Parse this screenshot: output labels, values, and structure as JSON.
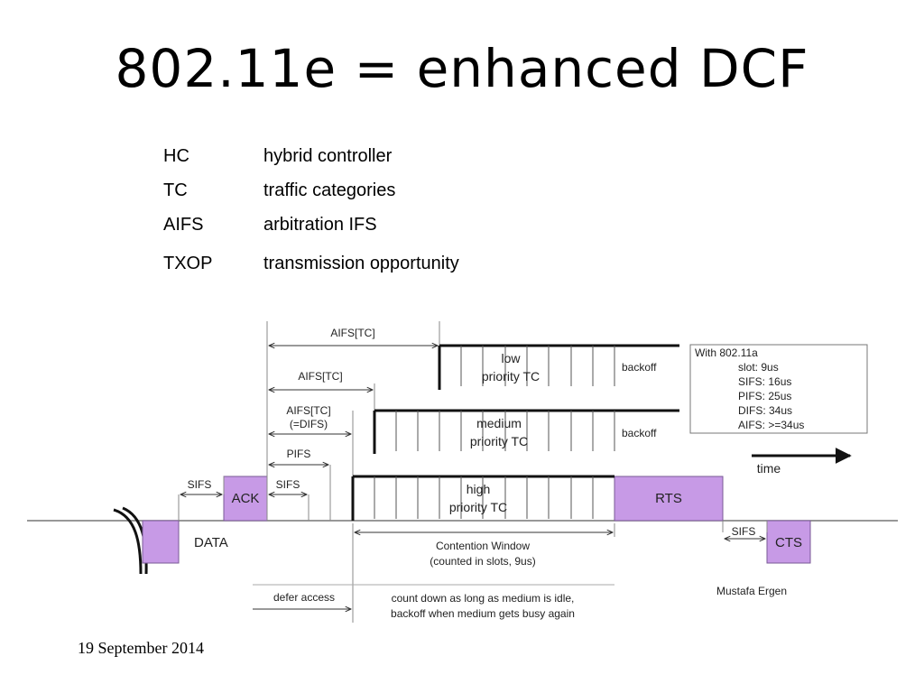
{
  "slide": {
    "title": "802.11e = enhanced DCF",
    "date": "19 September 2014",
    "credit": "Mustafa Ergen"
  },
  "glossary": [
    {
      "term": "HC",
      "definition": "hybrid controller"
    },
    {
      "term": "TC",
      "definition": "traffic categories"
    },
    {
      "term": "AIFS",
      "definition": "arbitration IFS"
    },
    {
      "term": "TXOP",
      "definition": "transmission opportunity"
    }
  ],
  "diagram": {
    "frames": {
      "data": "DATA",
      "ack": "ACK",
      "rts": "RTS",
      "cts": "CTS"
    },
    "intervals": {
      "sifs": "SIFS",
      "pifs": "PIFS",
      "aifs_low": "AIFS[TC]",
      "aifs_med": "AIFS[TC]",
      "aifs_high_line1": "AIFS[TC]",
      "aifs_high_line2": "(=DIFS)"
    },
    "queues": {
      "low_line1": "low",
      "low_line2": "priority TC",
      "medium_line1": "medium",
      "medium_line2": "priority TC",
      "high_line1": "high",
      "high_line2": "priority TC",
      "backoff": "backoff"
    },
    "contention_line1": "Contention Window",
    "contention_line2": "(counted in slots, 9us)",
    "defer": "defer access",
    "countdown_line1": "count down as long as medium is idle,",
    "countdown_line2": "backoff when medium gets busy again",
    "time": "time",
    "legend": {
      "heading": "With 802.11a",
      "slot": "slot: 9us",
      "sifs": "SIFS: 16us",
      "pifs": "PIFS: 25us",
      "difs": "DIFS: 34us",
      "aifs": "AIFS: >=34us"
    },
    "colors": {
      "frame_fill": "#c79ae6",
      "frame_stroke": "#7a5a96"
    }
  }
}
